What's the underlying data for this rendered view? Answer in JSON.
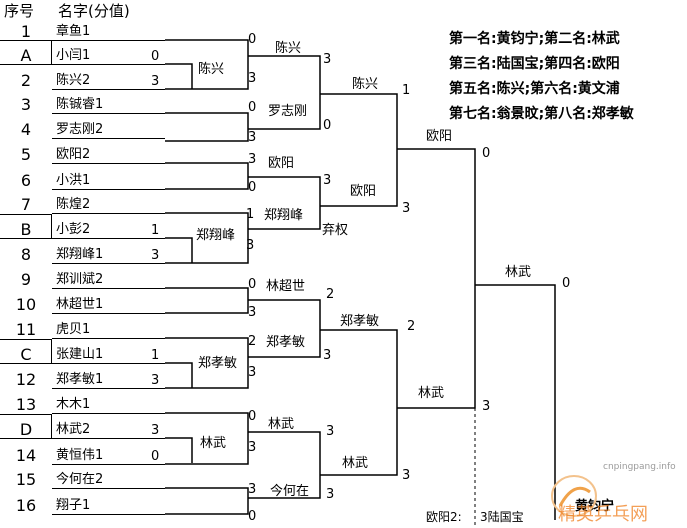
{
  "header": {
    "seed_col": "序号",
    "name_col": "名字(分值)"
  },
  "players": [
    {
      "seed": "1",
      "name": "章鱼1",
      "score": ""
    },
    {
      "seed": "A",
      "name": "小闫1",
      "score": "0"
    },
    {
      "seed": "2",
      "name": "陈兴2",
      "score": "3"
    },
    {
      "seed": "3",
      "name": "陈铖睿1",
      "score": ""
    },
    {
      "seed": "4",
      "name": "罗志刚2",
      "score": ""
    },
    {
      "seed": "5",
      "name": "欧阳2",
      "score": ""
    },
    {
      "seed": "6",
      "name": "小洪1",
      "score": ""
    },
    {
      "seed": "7",
      "name": "陈煌2",
      "score": ""
    },
    {
      "seed": "B",
      "name": "小彭2",
      "score": "1"
    },
    {
      "seed": "8",
      "name": "郑翔峰1",
      "score": "3"
    },
    {
      "seed": "9",
      "name": "郑训斌2",
      "score": ""
    },
    {
      "seed": "10",
      "name": "林超世1",
      "score": ""
    },
    {
      "seed": "11",
      "name": "虎贝1",
      "score": ""
    },
    {
      "seed": "C",
      "name": "张建山1",
      "score": "1"
    },
    {
      "seed": "12",
      "name": "郑孝敏1",
      "score": "3"
    },
    {
      "seed": "13",
      "name": "木木1",
      "score": ""
    },
    {
      "seed": "D",
      "name": "林武2",
      "score": "3"
    },
    {
      "seed": "14",
      "name": "黄恒伟1",
      "score": "0"
    },
    {
      "seed": "15",
      "name": "今何在2",
      "score": ""
    },
    {
      "seed": "16",
      "name": "翔子1",
      "score": ""
    }
  ],
  "prelim_winners": {
    "A": "陈兴",
    "B": "郑翔峰",
    "C": "郑孝敏",
    "D": "林武"
  },
  "round1": [
    {
      "scores": [
        "0",
        "3"
      ],
      "winner": "陈兴"
    },
    {
      "scores": [
        "0",
        "3"
      ],
      "winner": "罗志刚"
    },
    {
      "scores": [
        "3",
        "0"
      ],
      "winner": "欧阳"
    },
    {
      "scores": [
        "1",
        "3"
      ],
      "winner": "郑翔峰"
    },
    {
      "scores": [
        "0",
        "3"
      ],
      "winner": "林超世"
    },
    {
      "scores": [
        "2",
        "3"
      ],
      "winner": "郑孝敏"
    },
    {
      "scores": [
        "0",
        "3"
      ],
      "winner": "林武"
    },
    {
      "scores": [
        "3",
        "0"
      ],
      "winner": "今何在"
    }
  ],
  "round2": [
    {
      "scores": [
        "3",
        "0"
      ],
      "winner": "陈兴"
    },
    {
      "scores": [
        "3",
        "弃权"
      ],
      "winner": "欧阳"
    },
    {
      "scores": [
        "2",
        "3"
      ],
      "winner": "郑孝敏"
    },
    {
      "scores": [
        "3",
        "3"
      ],
      "winner": "林武"
    }
  ],
  "semis": [
    {
      "scores": [
        "1",
        "3"
      ],
      "winner": "欧阳"
    },
    {
      "scores": [
        "2",
        "3"
      ],
      "winner": "林武"
    }
  ],
  "final": {
    "scores": [
      "0",
      "3"
    ],
    "winner": "林武",
    "champion": "黄钧宁"
  },
  "rankings": [
    "第一名:黄钧宁;第二名:林武",
    "第三名:陆国宝;第四名:欧阳",
    "第五名:陈兴;第六名:黄文浦",
    "第七名:翁景旼;第八名:郑孝敏"
  ],
  "third_place": {
    "left": "欧阳2:",
    "right": "3陆国宝"
  },
  "watermark": {
    "site": "cnpingpang.info",
    "logo_text": "精英乒乓网"
  }
}
